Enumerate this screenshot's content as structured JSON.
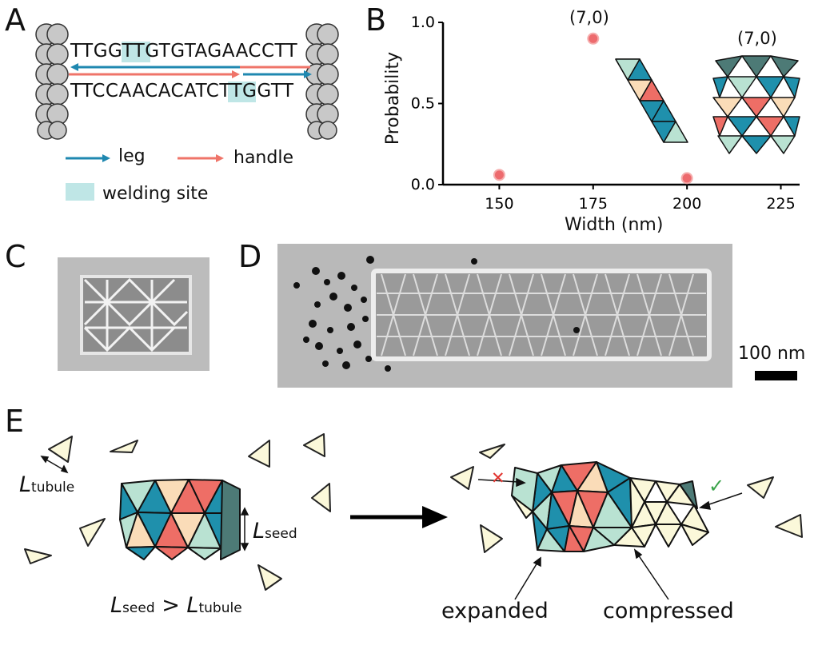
{
  "panels": {
    "a": "A",
    "b": "B",
    "c": "C",
    "d": "D",
    "e": "E"
  },
  "panel_a": {
    "seq_top": [
      "TTGG",
      "TT",
      "GTGTAGAACCTT"
    ],
    "seq_bottom": [
      "TTCCAACACATC",
      "TT",
      "GGTT"
    ],
    "legend_leg": "leg",
    "legend_handle": "handle",
    "legend_weld": "welding site",
    "colors": {
      "leg": "#1f88b0",
      "handle": "#ef7469",
      "weld": "#bfe6e6",
      "bead": "#c8c8c8"
    }
  },
  "panel_b": {
    "label_graph": "(7,0)",
    "label_tube": "(7,0)",
    "colors": {
      "point": "#e9474a",
      "teal": "#1f90ac",
      "pink": "#ee6e66",
      "cream": "#fadcb8",
      "mint": "#b9e2d2",
      "slate": "#4d7a76"
    }
  },
  "chart_data": {
    "type": "scatter",
    "xlabel": "Width (nm)",
    "ylabel": "Probability",
    "xlim": [
      135,
      230
    ],
    "ylim": [
      0,
      1.0
    ],
    "xticks": [
      150,
      175,
      200,
      225
    ],
    "yticks": [
      0.0,
      0.5,
      1.0
    ],
    "x": [
      150,
      175,
      200
    ],
    "y": [
      0.06,
      0.9,
      0.04
    ],
    "annotations": [
      "(7,0)"
    ]
  },
  "panel_d": {
    "scale_bar": "100 nm"
  },
  "panel_e": {
    "l_tubule": "L",
    "l_tubule_sub": "tubule",
    "l_seed": "L",
    "l_seed_sub": "seed",
    "ineq_l1": "L",
    "ineq_sub1": "seed",
    "ineq_op": " > ",
    "ineq_l2": "L",
    "ineq_sub2": "tubule",
    "expanded": "expanded",
    "compressed": "compressed",
    "cross": "✕",
    "check": "✓",
    "colors": {
      "free": "#fbf8da",
      "cross": "#e1332e",
      "check": "#3aa34a"
    }
  }
}
